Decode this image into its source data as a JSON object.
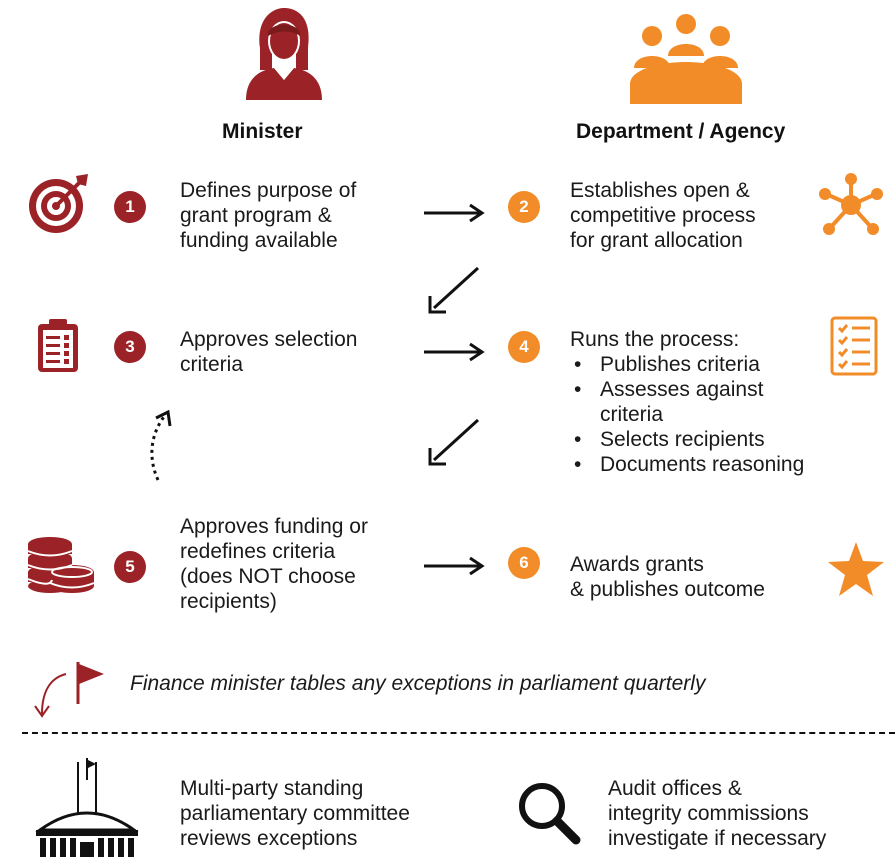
{
  "colors": {
    "minister": "#9b2226",
    "department": "#f28c28",
    "text": "#1a1a1a"
  },
  "headers": {
    "minister": "Minister",
    "department": "Department / Agency"
  },
  "steps": [
    {
      "num": "1",
      "lines": [
        "Defines purpose of",
        "grant program &",
        "funding available"
      ],
      "icon": "target-icon"
    },
    {
      "num": "2",
      "lines": [
        "Establishes open &",
        "competitive process",
        "for grant allocation"
      ],
      "icon": "network-icon"
    },
    {
      "num": "3",
      "lines": [
        "Approves selection",
        "criteria"
      ],
      "icon": "clipboard-icon"
    },
    {
      "num": "4",
      "title": "Runs the process:",
      "bullets": [
        "Publishes criteria",
        "Assesses against criteria",
        "Selects recipients",
        "Documents reasoning"
      ],
      "icon": "checklist-icon"
    },
    {
      "num": "5",
      "lines": [
        "Approves funding or",
        "redefines criteria",
        "(does NOT choose",
        "recipients)"
      ],
      "icon": "coins-icon"
    },
    {
      "num": "6",
      "lines": [
        "Awards grants",
        "& publishes outcome"
      ],
      "icon": "star-icon"
    }
  ],
  "step4_bullet2_lines": [
    "Assesses against",
    "criteria"
  ],
  "exception_note": "Finance minister tables any exceptions in parliament quarterly",
  "oversight": {
    "parliament": [
      "Multi-party standing",
      "parliamentary committee",
      "reviews exceptions"
    ],
    "audit": [
      "Audit offices &",
      "integrity commissions",
      "investigate if necessary"
    ]
  }
}
